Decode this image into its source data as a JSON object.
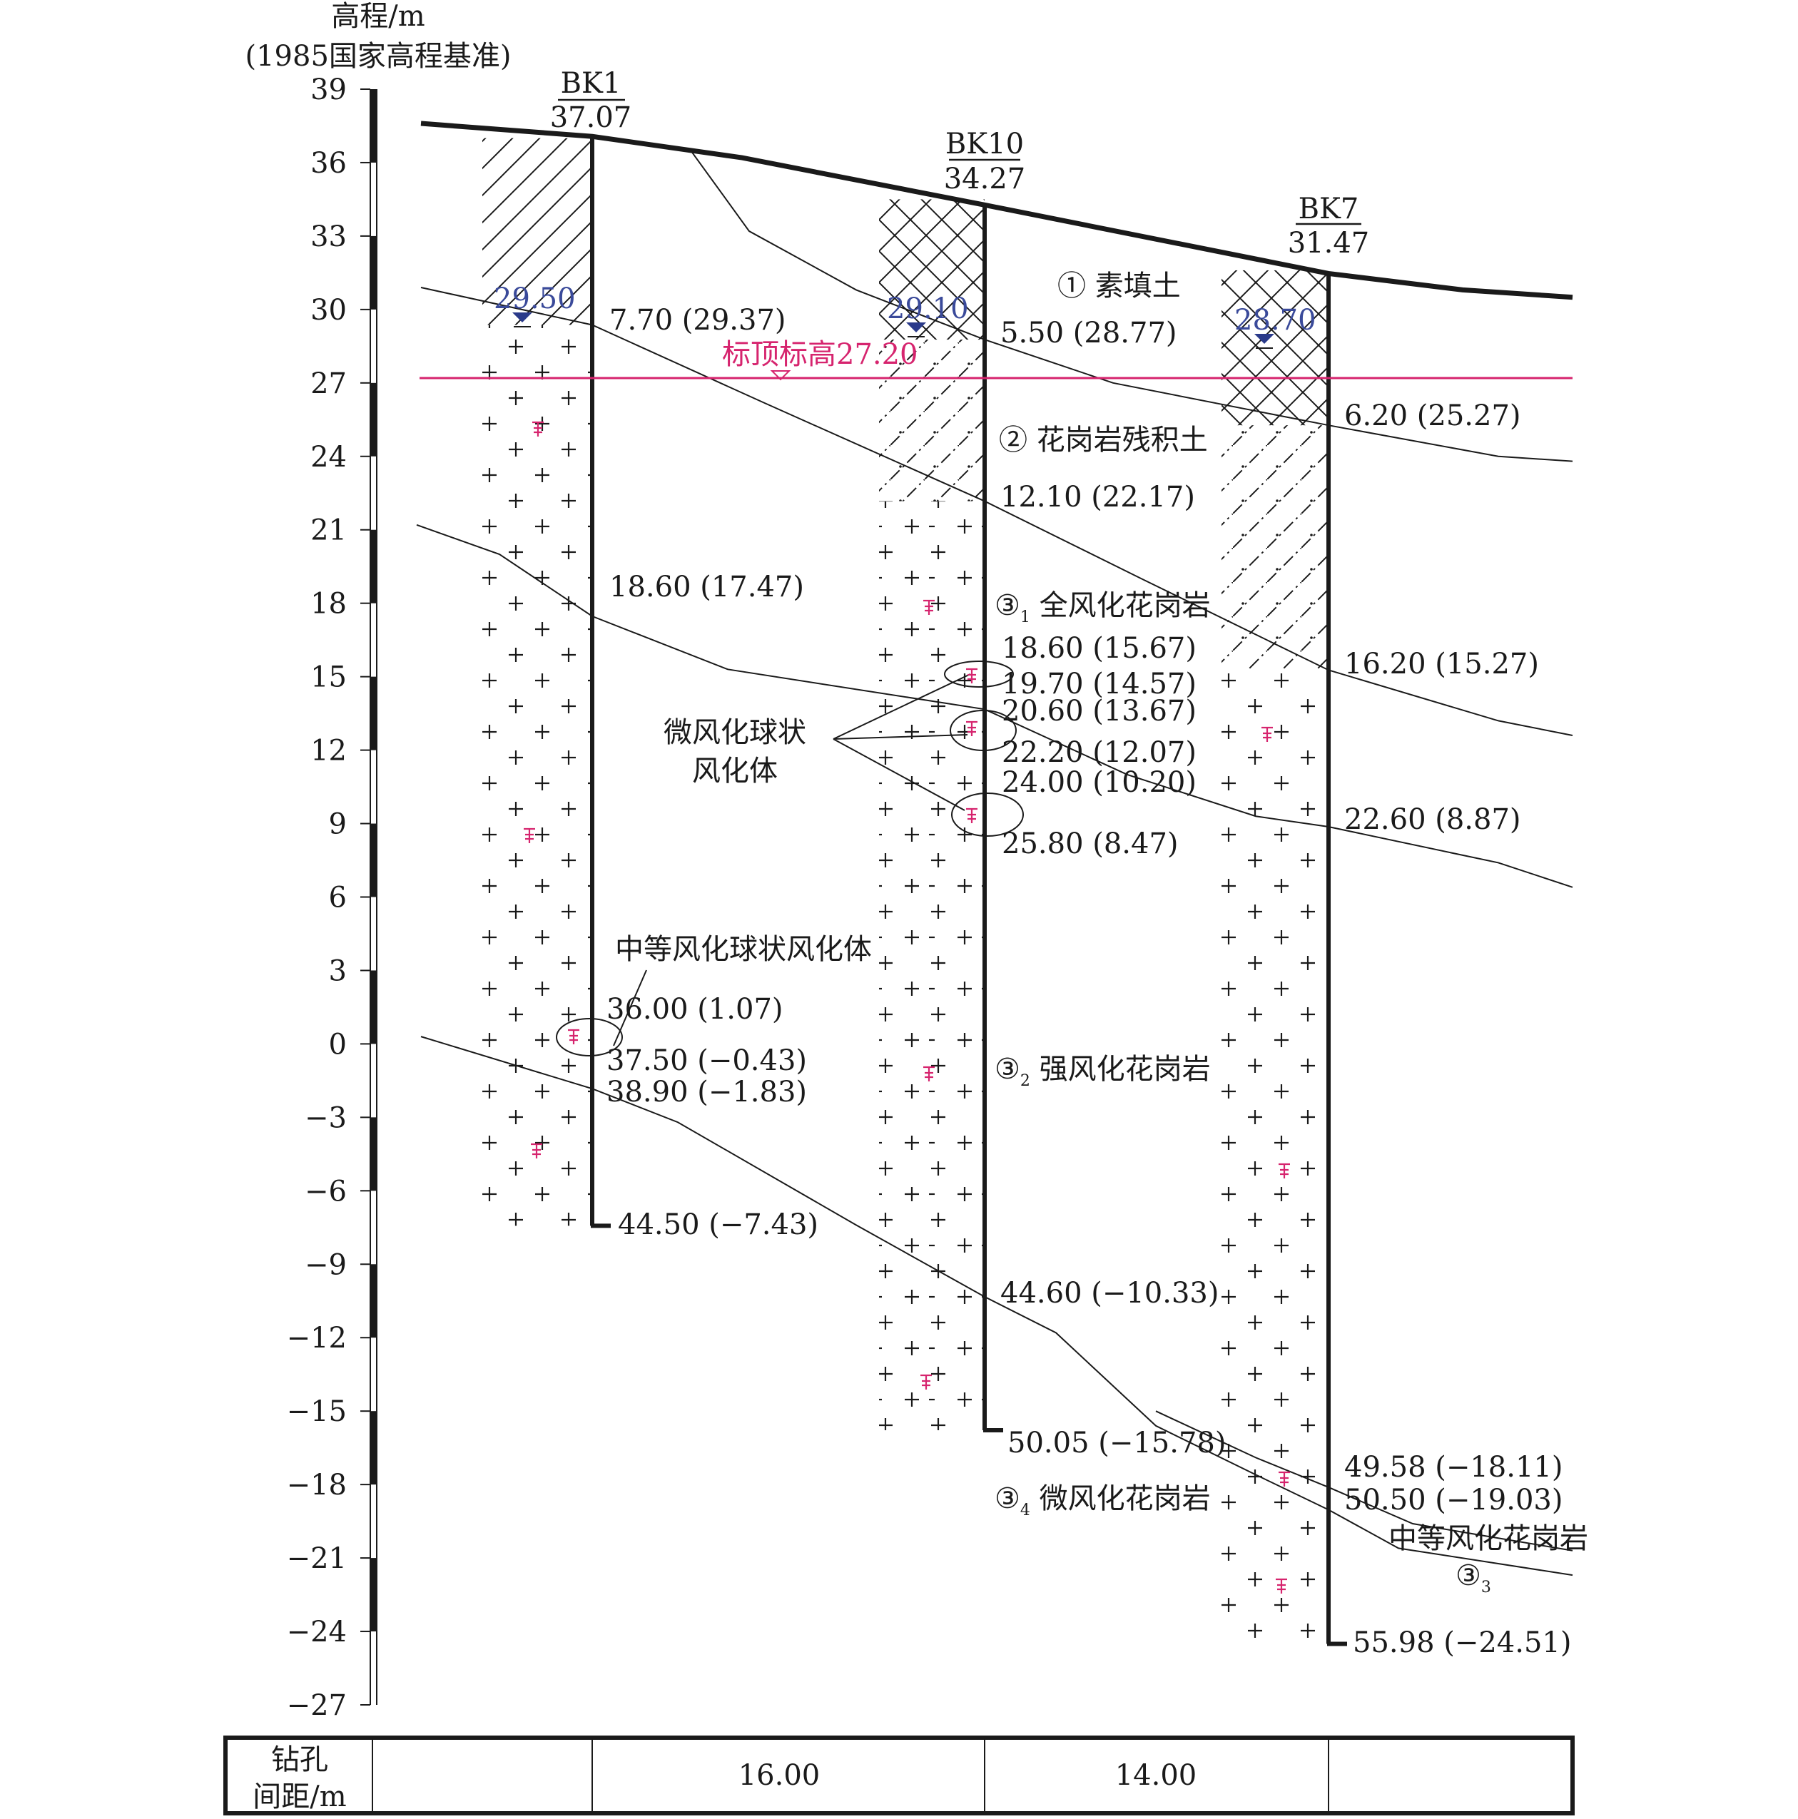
{
  "axis": {
    "title": "高程/m",
    "subtitle": "(1985国家高程基准)",
    "ticks": [
      39,
      36,
      33,
      30,
      27,
      24,
      21,
      18,
      15,
      12,
      9,
      6,
      3,
      0,
      -3,
      -6,
      -9,
      -12,
      -15,
      -18,
      -21,
      -24,
      -27
    ],
    "tick_labels": [
      "39",
      "36",
      "33",
      "30",
      "27",
      "24",
      "21",
      "18",
      "15",
      "12",
      "9",
      "6",
      "3",
      "0",
      "−3",
      "−6",
      "−9",
      "−12",
      "−15",
      "−18",
      "−21",
      "−24",
      "−27"
    ]
  },
  "boreholes": [
    {
      "name": "BK1",
      "elev": "37.07",
      "water": "29.50",
      "depths": [
        "7.70 (29.37)",
        "18.60 (17.47)",
        "36.00 (1.07)",
        "37.50 (−0.43)",
        "38.90 (−1.83)",
        "44.50 (−7.43)"
      ]
    },
    {
      "name": "BK10",
      "elev": "34.27",
      "water": "29.10",
      "depths": [
        "5.50 (28.77)",
        "12.10 (22.17)",
        "18.60 (15.67)",
        "19.70 (14.57)",
        "20.60 (13.67)",
        "22.20 (12.07)",
        "24.00 (10.20)",
        "25.80 (8.47)",
        "44.60 (−10.33)",
        "50.05 (−15.78)"
      ]
    },
    {
      "name": "BK7",
      "elev": "31.47",
      "water": "28.70",
      "depths": [
        "6.20 (25.27)",
        "16.20 (15.27)",
        "22.60 (8.87)",
        "49.58 (−18.11)",
        "50.50 (−19.03)",
        "55.98 (−24.51)"
      ]
    }
  ],
  "layers": {
    "l1": "① 素填土",
    "l2": "② 花岗岩残积土",
    "l31_main": "③",
    "l31_sub": "1",
    "l31_text": " 全风化花岗岩",
    "l32_main": "③",
    "l32_sub": "2",
    "l32_text": " 强风化花岗岩",
    "l33_text": "中等风化花岗岩",
    "l33_main": "③",
    "l33_sub": "3",
    "l34_main": "③",
    "l34_sub": "4",
    "l34_text": " 微风化花岗岩"
  },
  "annotations": {
    "design_level": "标顶标高27.20",
    "micro_boulder_line1": "微风化球状",
    "micro_boulder_line2": "风化体",
    "medium_boulder": "中等风化球状风化体"
  },
  "spacing_table": {
    "header_line1": "钻孔",
    "header_line2": "间距/m",
    "values": [
      "16.00",
      "14.00"
    ]
  },
  "colors": {
    "ink": "#1a1a1a",
    "design_line": "#d6246e",
    "water": "#3a4a9a"
  }
}
